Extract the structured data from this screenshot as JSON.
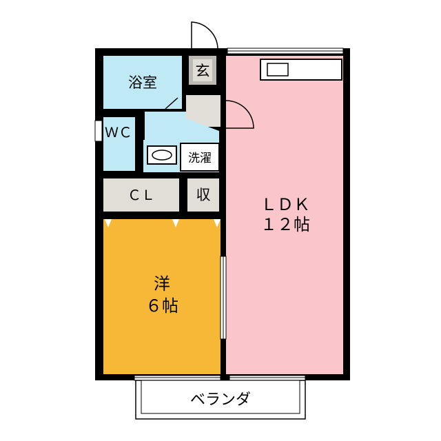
{
  "rooms": {
    "bath": "浴室",
    "entrance": "玄",
    "wc": "ＷＣ",
    "washer": "洗濯",
    "closet": "ＣＬ",
    "storage": "収",
    "ldk_name": "ＬＤＫ",
    "ldk_size": "１２帖",
    "western_name": "洋",
    "western_size": "６帖",
    "balcony": "ベランダ"
  },
  "colors": {
    "bath": "#bfe9f5",
    "ldk": "#fbc6cb",
    "western": "#f7b838",
    "closet": "#e1ded8",
    "wall": "#000000"
  }
}
